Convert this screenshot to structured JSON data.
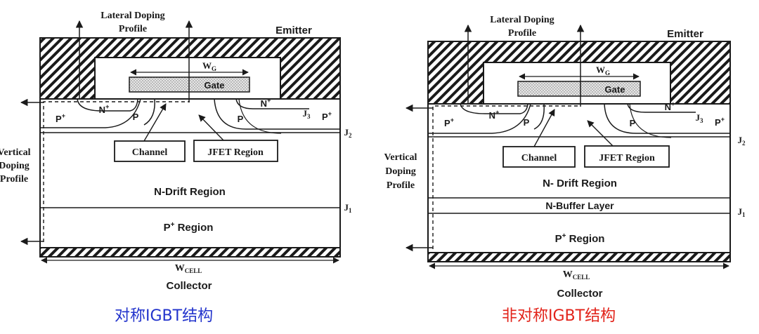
{
  "left": {
    "lateral_doping_1": "Lateral Doping",
    "lateral_doping_2": "Profile",
    "emitter": "Emitter",
    "wg": "W",
    "wg_sub": "G",
    "gate": "Gate",
    "nplus_left": "N",
    "nplus_right": "N",
    "pplus_left": "P",
    "pplus_right": "P",
    "p_left": "P",
    "p_right": "P",
    "j3": "J",
    "j3_sub": "3",
    "j2": "J",
    "j2_sub": "2",
    "j1": "J",
    "j1_sub": "1",
    "channel": "Channel",
    "jfet": "JFET Region",
    "vertical_1": "Vertical",
    "vertical_2": "Doping",
    "vertical_3": "Profile",
    "drift": "N-Drift Region",
    "pplus_region": "P",
    "pplus_region_tail": " Region",
    "wcell": "W",
    "wcell_sub": "CELL",
    "collector": "Collector",
    "caption": "对称IGBT结构"
  },
  "right": {
    "lateral_doping_1": "Lateral Doping",
    "lateral_doping_2": "Profile",
    "emitter": "Emitter",
    "wg": "W",
    "wg_sub": "G",
    "gate": "Gate",
    "nplus_left": "N",
    "nplus_right": "N",
    "pplus_left": "P",
    "pplus_right": "P",
    "p_left": "P",
    "p_right": "P",
    "j3": "J",
    "j3_sub": "3",
    "j2": "J",
    "j2_sub": "2",
    "j1": "J",
    "j1_sub": "1",
    "channel": "Channel",
    "jfet": "JFET Region",
    "vertical_1": "Vertical",
    "vertical_2": "Doping",
    "vertical_3": "Profile",
    "drift": "N- Drift Region",
    "buffer": "N-Buffer Layer",
    "pplus_region": "P",
    "pplus_region_tail": " Region",
    "wcell": "W",
    "wcell_sub": "CELL",
    "collector": "Collector",
    "caption": "非对称IGBT结构"
  },
  "plus_sign": "+",
  "colors": {
    "caption_left": "#2233cc",
    "caption_right": "#e2231a",
    "line": "#1a1a1a",
    "gate_fill": "#d8d8d8"
  }
}
